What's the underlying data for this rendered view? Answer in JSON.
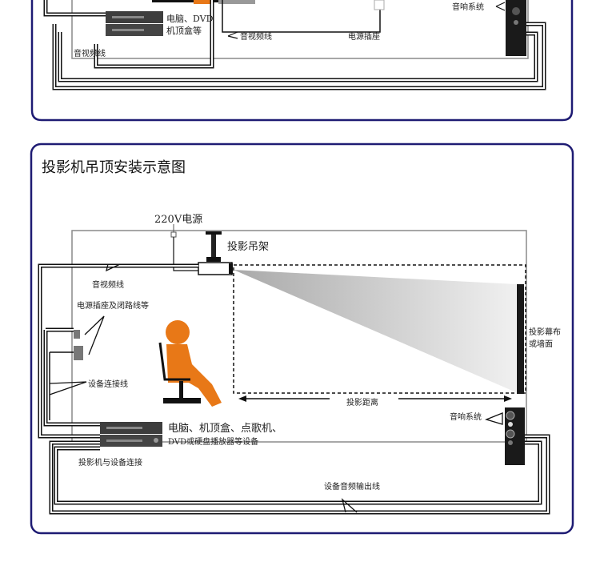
{
  "top_panel": {
    "labels": {
      "devices_line1": "电脑、DVD",
      "devices_line2": "机顶盒等",
      "av_cable_right": "音视频线",
      "power_socket": "电源插座",
      "speaker": "音响系统",
      "av_cable_left": "音视频线"
    }
  },
  "bottom_panel": {
    "title": "投影机吊顶安装示意图",
    "labels": {
      "power_220v": "220V电源",
      "ceiling_mount": "投影吊架",
      "av_cable": "音视频线",
      "power_socket_cable": "电源插座及闭路线等",
      "device_cable": "设备连接线",
      "devices_line1": "电脑、机顶盒、点歌机、",
      "devices_line2": "DVD或硬盘播放器等设备",
      "projector_device_link": "投影机与设备连接",
      "audio_output_cable": "设备音频输出线",
      "speaker": "音响系统",
      "screen_line1": "投影幕布",
      "screen_line2": "或墙面",
      "throw_distance": "投影距离"
    }
  },
  "colors": {
    "panel_border": "#1e1b73",
    "person": "#e87817",
    "room_outline": "#8a8a8a"
  }
}
